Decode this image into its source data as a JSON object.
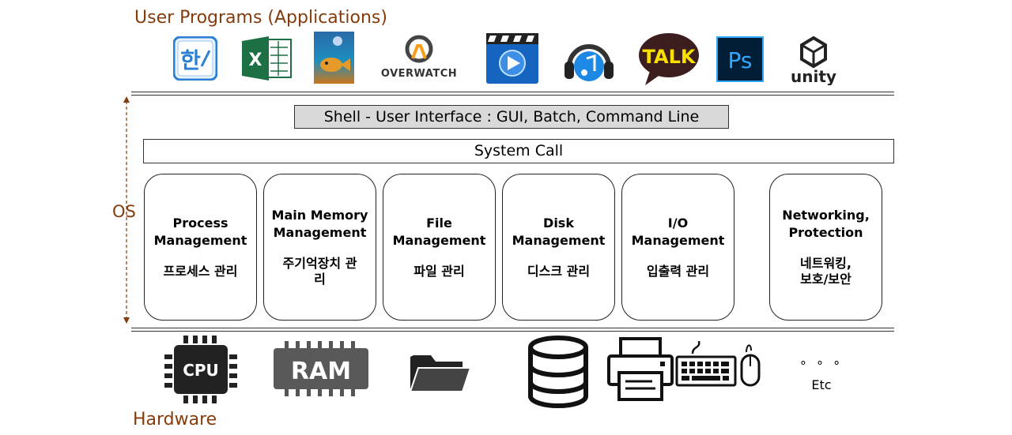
{
  "user_programs": {
    "label": "User Programs (Applications)",
    "apps": [
      {
        "name": "hangul-word-processor",
        "glyph": "한"
      },
      {
        "name": "excel",
        "glyph": "X"
      },
      {
        "name": "game-poster"
      },
      {
        "name": "overwatch",
        "text": "OVERWATCH"
      },
      {
        "name": "video-player"
      },
      {
        "name": "music-player"
      },
      {
        "name": "kakaotalk",
        "text": "TALK"
      },
      {
        "name": "photoshop",
        "text": "Ps"
      },
      {
        "name": "unity",
        "text": "unity"
      }
    ]
  },
  "os": {
    "label": "OS",
    "shell": "Shell - User Interface : GUI, Batch, Command Line",
    "system_call": "System Call",
    "modules": [
      {
        "en": "Process\nManagement",
        "ko": "프로세스 관리"
      },
      {
        "en": "Main Memory\nManagement",
        "ko": "주기억장치 관\n리"
      },
      {
        "en": "File\nManagement",
        "ko": "파일 관리"
      },
      {
        "en": "Disk\nManagement",
        "ko": "디스크 관리"
      },
      {
        "en": "I/O\nManagement",
        "ko": "입출력 관리"
      },
      {
        "en": "Networking,\nProtection",
        "ko": "네트워킹,\n보호/보안"
      }
    ]
  },
  "hardware": {
    "label": "Hardware",
    "cpu": "CPU",
    "ram": "RAM",
    "etc_dots": "° ° °",
    "etc": "Etc"
  },
  "colors": {
    "label_brown": "#843c0c",
    "shell_fill": "#d9d9d9",
    "hangul_blue": "#2b7fd4",
    "excel_green": "#1d7044",
    "kakao_yellow": "#f9e000",
    "ps_navy": "#001e36",
    "ps_blue": "#31a8ff"
  }
}
